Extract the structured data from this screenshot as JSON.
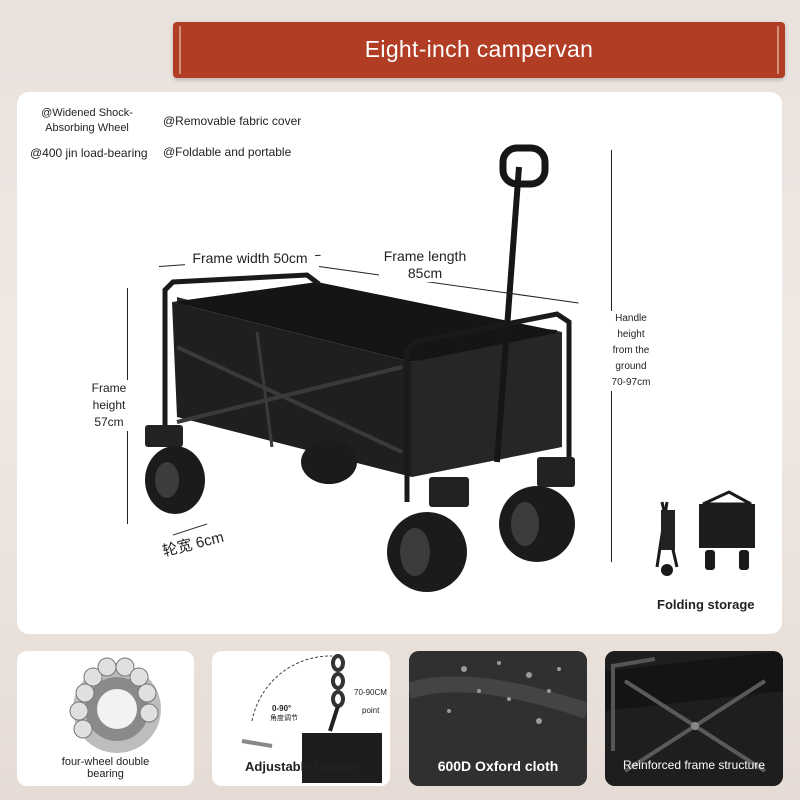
{
  "banner": {
    "title": "Eight-inch campervan"
  },
  "features": {
    "widened_wheel": "@Widened Shock-Absorbing Wheel",
    "removable_cover": "@Removable fabric cover",
    "load_bearing": "@400 jin load-bearing",
    "foldable": "@Foldable and portable"
  },
  "dimensions": {
    "frame_width": "Frame width 50cm",
    "frame_length": "Frame length 85cm",
    "frame_height": "Frame height 57cm",
    "wheel_width": "轮宽 6cm",
    "handle_height": "Handle height from the ground 70-97cm"
  },
  "folding": {
    "label": "Folding storage"
  },
  "thumbnails": [
    {
      "label": "four-wheel double bearing"
    },
    {
      "label": "Adjustable handle",
      "angle": "0-90°",
      "angle_cn": "角度调节",
      "height": "70-90CM",
      "point": "point"
    },
    {
      "label": "600D Oxford cloth"
    },
    {
      "label": "Reinforced frame structure"
    }
  ],
  "colors": {
    "banner": "#b03d24",
    "product": "#1c1c1c"
  }
}
